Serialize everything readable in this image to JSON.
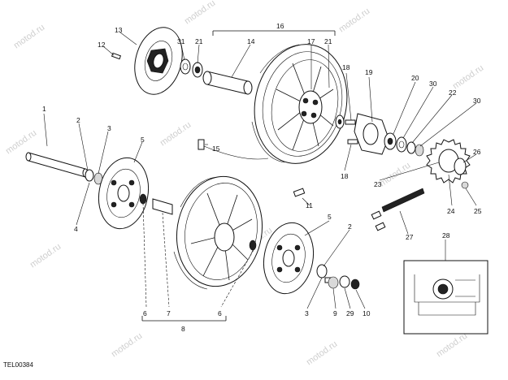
{
  "drawing_code": "TEL00384",
  "watermark": "motod.ru",
  "callouts": {
    "c1": "1",
    "c2a": "2",
    "c3a": "3",
    "c4": "4",
    "c5a": "5",
    "c6a": "6",
    "c7": "7",
    "c6b": "6",
    "c8": "8",
    "c12": "12",
    "c13": "13",
    "c31": "31",
    "c21a": "21",
    "c14": "14",
    "c16": "16",
    "c17": "17",
    "c21b": "21",
    "c15": "15",
    "c18a": "18",
    "c19": "19",
    "c20": "20",
    "c30a": "30",
    "c22": "22",
    "c30b": "30",
    "c26": "26",
    "c18b": "18",
    "c23": "23",
    "c24": "24",
    "c25": "25",
    "c11": "11",
    "c5b": "5",
    "c2b": "2",
    "c27": "27",
    "c28": "28",
    "c3b": "3",
    "c9": "9",
    "c29": "29",
    "c10": "10"
  }
}
